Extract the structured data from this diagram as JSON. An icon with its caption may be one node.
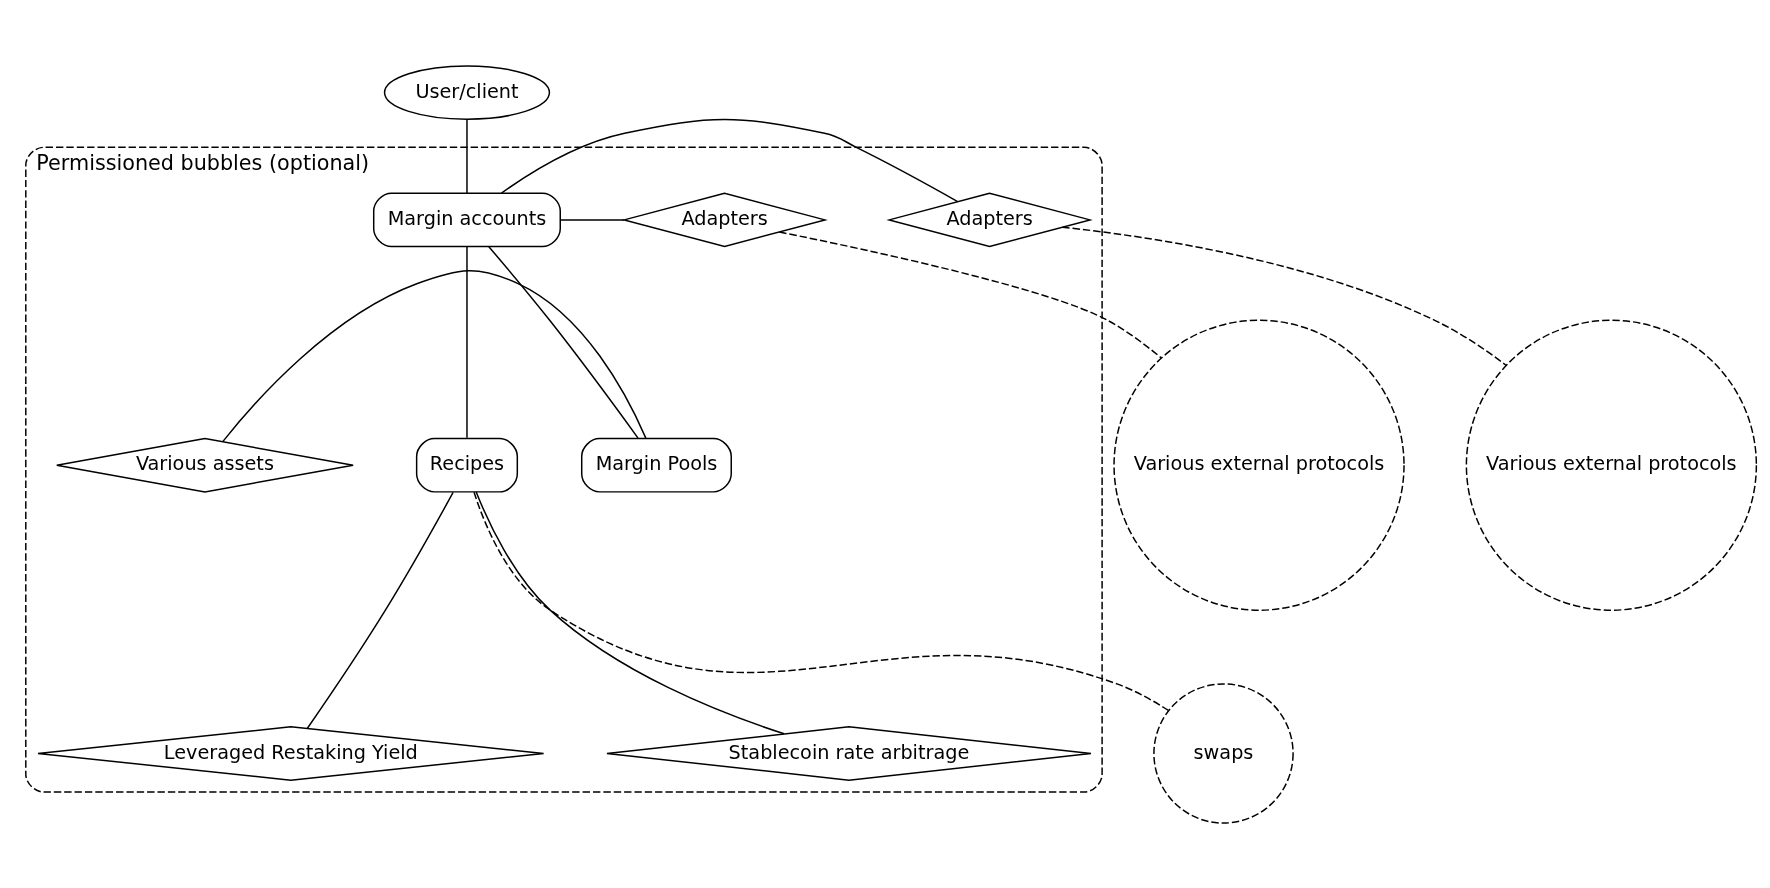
{
  "diagram": {
    "nodes": [
      {
        "text": [
          "Permissioned bubbles (optional)"
        ]
      },
      {
        "text": [
          "User/client"
        ]
      },
      {
        "text": [
          "Margin accounts"
        ],
        "in": 0
      },
      {
        "text": [
          "Adapters"
        ],
        "in": 0
      },
      {
        "text": [
          "Adapters"
        ],
        "in": 0
      },
      {
        "text": [
          "Various external protocols"
        ]
      },
      {
        "text": [
          "Various external protocols"
        ]
      },
      {
        "text": [
          "Various assets"
        ],
        "in": 0
      },
      {
        "text": [
          "Margin Pools"
        ],
        "in": 0
      },
      {
        "text": [
          "Recipes"
        ],
        "in": 0
      },
      {
        "text": [
          "swaps"
        ]
      },
      {
        "text": [
          "Leveraged Restaking Yield"
        ],
        "in": 0
      },
      {
        "text": [
          "Stablecoin rate arbitrage"
        ],
        "in": 0
      }
    ],
    "edges": [
      {
        "from": 1,
        "to": 2,
        "arrow": "none"
      },
      {
        "from": 2,
        "to": 3,
        "arrow": "none"
      },
      {
        "from": 2,
        "to": 4,
        "arrow": "none"
      },
      {
        "from": 3,
        "to": 5,
        "arrow": "none",
        "style": "dashed"
      },
      {
        "from": 4,
        "to": 6,
        "arrow": "none",
        "style": "dashed"
      },
      {
        "from": 2,
        "to": 8,
        "arrow": "none"
      },
      {
        "from": 2,
        "to": 9,
        "arrow": "none"
      },
      {
        "from": 7,
        "to": 8,
        "arrow": "none"
      },
      {
        "from": 9,
        "to": 10,
        "arrow": "none",
        "style": "dashed"
      },
      {
        "from": 9,
        "to": 11,
        "arrow": "none"
      },
      {
        "from": 9,
        "to": 12,
        "arrow": "none"
      }
    ]
  }
}
